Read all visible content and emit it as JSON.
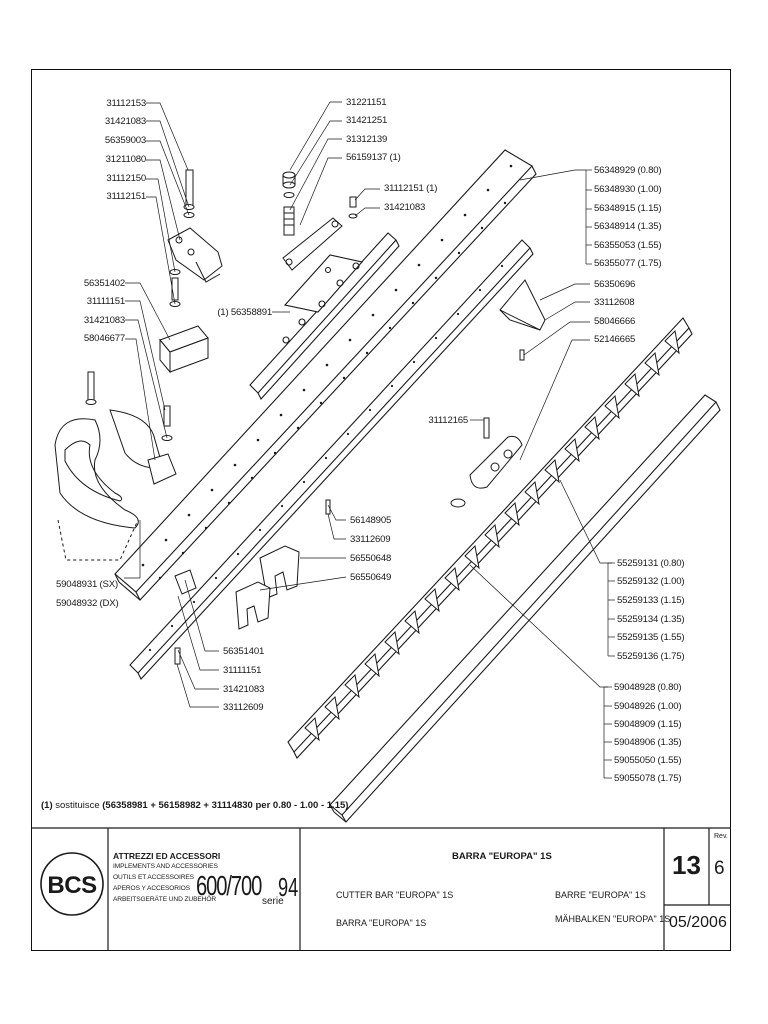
{
  "labels": {
    "tl_31112153": "31112153",
    "tl_31421083": "31421083",
    "tl_56359003": "56359003",
    "tl_31211080": "31211080",
    "tl_31112150": "31112150",
    "tl_31112151": "31112151",
    "tm_31221151": "31221151",
    "tm_31421251": "31421251",
    "tm_31312139": "31312139",
    "tm_56159137": "56159137 (1)",
    "tm_31112151": "31112151 (1)",
    "tm_31421083": "31421083",
    "ml_56351402": "56351402",
    "ml_31111151": "31111151",
    "ml_31421083": "31421083",
    "ml_58046677": "58046677",
    "mm_56358891": "(1) 56358891",
    "tr_56348929": "56348929 (0.80)",
    "tr_56348930": "56348930 (1.00)",
    "tr_56348915": "56348915 (1.15)",
    "tr_56348914": "56348914 (1.35)",
    "tr_56355053": "56355053 (1.55)",
    "tr_56355077": "56355077 (1.75)",
    "r_56350696": "56350696",
    "r_33112608": "33112608",
    "r_58046666": "58046666",
    "r_52146665": "52146665",
    "c_31112165": "31112165",
    "c_56148905": "56148905",
    "c_33112609": "33112609",
    "c_56550648": "56550648",
    "c_56550649": "56550649",
    "bl_59048931": "59048931 (SX)",
    "bl_59048932": "59048932 (DX)",
    "b_56351401": "56351401",
    "b_31111151": "31111151",
    "b_31421083": "31421083",
    "b_33112609": "33112609",
    "k_55259131": "55259131 (0.80)",
    "k_55259132": "55259132 (1.00)",
    "k_55259133": "55259133 (1.15)",
    "k_55259134": "55259134 (1.35)",
    "k_55259135": "55259135 (1.55)",
    "k_55259136": "55259136 (1.75)",
    "s_59048928": "59048928 (0.80)",
    "s_59048926": "59048926 (1.00)",
    "s_59048909": "59048909 (1.15)",
    "s_59048906": "59048906 (1.35)",
    "s_59055050": "59055050 (1.55)",
    "s_59055078": "59055078 (1.75)"
  },
  "footnote": {
    "prefix": "(1)",
    "word": "sostituisce",
    "parts": "(56358981 + 56158982 + 31114830",
    "per": "per 0.80 - 1.00 - 1.15)"
  },
  "titleblock": {
    "logo": "BCS",
    "category_title": "ATTREZZI ED ACCESSORI",
    "category_en": "IMPLEMENTS AND ACCESSORIES",
    "category_fr": "OUTILS ET ACCESSOIRES",
    "category_es": "APEROS Y ACCESORIOS",
    "category_de": "ARBEITSGERÄTE UND ZUBEHÖR",
    "model": "600/700",
    "serie_label": "serie",
    "serie_num": "94",
    "main_title": "BARRA \"EUROPA\" 1S",
    "title_en": "CUTTER BAR \"EUROPA\" 1S",
    "title_fr": "BARRE \"EUROPA\" 1S",
    "title_es": "BARRA \"EUROPA\" 1S",
    "title_de": "MÄHBALKEN \"EUROPA\" 1S",
    "page": "13",
    "rev_label": "Rev.",
    "rev": "6",
    "date": "05/2006"
  }
}
